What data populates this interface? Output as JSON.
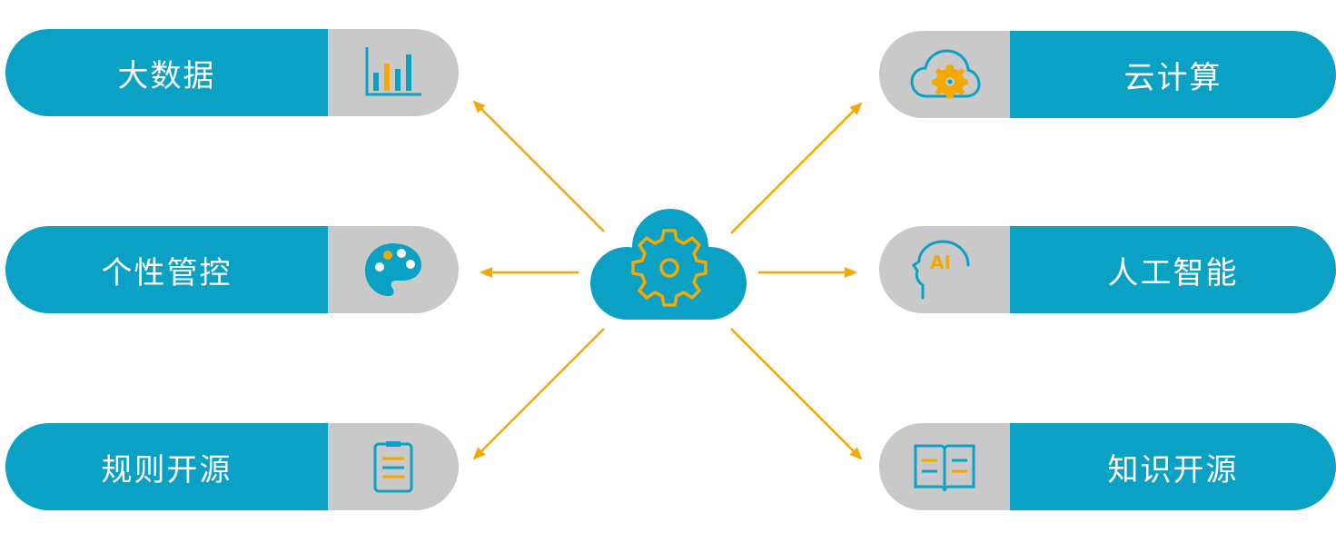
{
  "colors": {
    "pill_blue": "#0aa1c4",
    "icon_bg": "#c9c9c9",
    "accent_orange": "#f5a800",
    "white": "#ffffff"
  },
  "center": {
    "icon": "cloud-gear-icon"
  },
  "left_items": [
    {
      "label": "大数据",
      "icon": "bar-chart-icon"
    },
    {
      "label": "个性管控",
      "icon": "palette-icon"
    },
    {
      "label": "规则开源",
      "icon": "document-list-icon"
    }
  ],
  "right_items": [
    {
      "label": "云计算",
      "icon": "cloud-gear-icon"
    },
    {
      "label": "人工智能",
      "icon": "ai-head-icon"
    },
    {
      "label": "知识开源",
      "icon": "open-book-icon"
    }
  ]
}
